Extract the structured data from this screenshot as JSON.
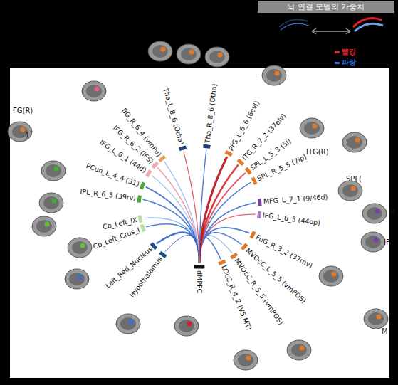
{
  "diagram": {
    "nodes": [
      {
        "text": [
          "BG_R_6_4 (vmPu)"
        ]
      },
      {
        "text": [
          "Tha_L_8_6 (Otha)"
        ]
      },
      {
        "text": [
          "Tha_R_8_6 (Otha)"
        ]
      },
      {
        "text": [
          "PrG_L_6_6 (6cvl)"
        ]
      },
      {
        "text": [
          "ITG_R_7_2 (37elv)"
        ]
      },
      {
        "text": [
          "SPL_L_5_3 (5l)"
        ]
      },
      {
        "text": [
          "SPL_R_5_5 (7ip)"
        ]
      },
      {
        "text": [
          "MFG_L_7_1 (9/46d)"
        ]
      },
      {
        "text": [
          "IFG_L_6_5 (44op)"
        ]
      },
      {
        "text": [
          "FuG_R_3_2 (37mv)"
        ]
      },
      {
        "text": [
          "MVOcC_L_5_5 (vmPOS)"
        ]
      },
      {
        "text": [
          "MVOcC_R_5_5 (vmPOS)"
        ]
      },
      {
        "text": [
          "LOcC_R_4_2 (V5/MT)"
        ]
      },
      {
        "text": [
          "dMPFC"
        ]
      },
      {
        "text": [
          "Hypothalamus"
        ]
      },
      {
        "text": [
          "Left_Red_Nucleus"
        ]
      },
      {
        "text": [
          "Cb_Left_Crus_I"
        ]
      },
      {
        "text": [
          "Cb_Left_IX"
        ]
      },
      {
        "text": [
          "IPL_R_6_5 (39rv)"
        ]
      },
      {
        "text": [
          "PCun_L_4_4 (31)"
        ]
      },
      {
        "text": [
          "IFG_L_6_1 (44d)"
        ]
      },
      {
        "text": [
          "IFG_R_6_2 (IFS)"
        ]
      }
    ],
    "edges": [
      {
        "from": 13,
        "to": 0,
        "arrow": "none"
      },
      {
        "from": 13,
        "to": 1,
        "arrow": "none"
      },
      {
        "from": 13,
        "to": 2,
        "arrow": "none"
      },
      {
        "from": 13,
        "to": 3,
        "arrow": "none"
      },
      {
        "from": 13,
        "to": 4,
        "arrow": "none"
      },
      {
        "from": 13,
        "to": 5,
        "arrow": "none"
      },
      {
        "from": 13,
        "to": 6,
        "arrow": "none"
      },
      {
        "from": 13,
        "to": 7,
        "arrow": "none"
      },
      {
        "from": 13,
        "to": 8,
        "arrow": "none"
      },
      {
        "from": 13,
        "to": 9,
        "arrow": "none"
      },
      {
        "from": 13,
        "to": 10,
        "arrow": "none"
      },
      {
        "from": 13,
        "to": 11,
        "arrow": "none"
      },
      {
        "from": 13,
        "to": 12,
        "arrow": "none"
      },
      {
        "from": 13,
        "to": 14,
        "arrow": "none"
      },
      {
        "from": 13,
        "to": 15,
        "arrow": "none"
      },
      {
        "from": 13,
        "to": 16,
        "arrow": "none"
      },
      {
        "from": 13,
        "to": 17,
        "arrow": "none"
      },
      {
        "from": 13,
        "to": 18,
        "arrow": "none"
      },
      {
        "from": 13,
        "to": 19,
        "arrow": "none"
      },
      {
        "from": 13,
        "to": 20,
        "arrow": "none"
      },
      {
        "from": 13,
        "to": 21,
        "arrow": "none"
      }
    ],
    "labels": [
      "뇌 연결 모델의 가중치",
      "FG(R)",
      ")",
      "ITG(R)",
      "SPL(",
      "M",
      "IF",
      "M"
    ],
    "legend": [
      {
        "text": "빨강",
        "color": "#e3202c"
      },
      {
        "text": "파랑",
        "color": "#2f6fd8"
      }
    ]
  }
}
